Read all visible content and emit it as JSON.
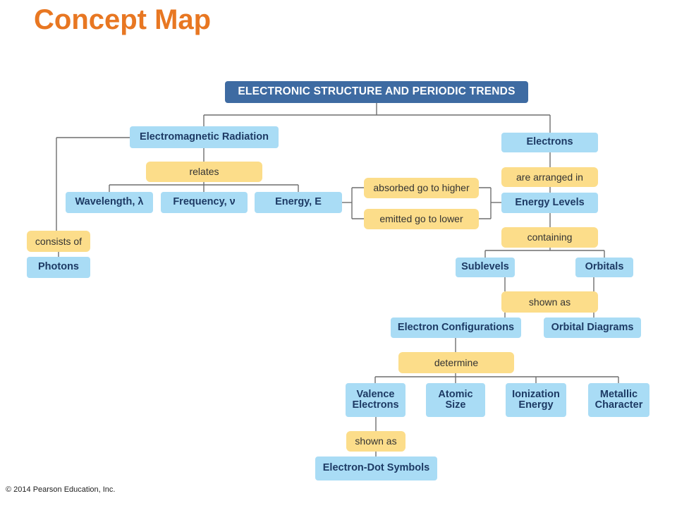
{
  "title": "Concept Map",
  "copyright": "© 2014 Pearson Education, Inc.",
  "nodes": {
    "root": "ELECTRONIC STRUCTURE AND PERIODIC TRENDS",
    "em_radiation": "Electromagnetic Radiation",
    "relates": "relates",
    "wavelength": "Wavelength, λ",
    "frequency": "Frequency, ν",
    "energy": "Energy, E",
    "consists_of": "consists of",
    "photons": "Photons",
    "absorbed": "absorbed go to higher",
    "emitted": "emitted go to lower",
    "electrons": "Electrons",
    "arranged_in": "are arranged in",
    "energy_levels": "Energy Levels",
    "containing": "containing",
    "sublevels": "Sublevels",
    "orbitals": "Orbitals",
    "shown_as_1": "shown as",
    "electron_configurations": "Electron Configurations",
    "orbital_diagrams": "Orbital Diagrams",
    "determine": "determine",
    "valence_electrons": "Valence\nElectrons",
    "atomic_size": "Atomic\nSize",
    "ionization_energy": "Ionization\nEnergy",
    "metallic_character": "Metallic\nCharacter",
    "shown_as_2": "shown as",
    "electron_dot_symbols": "Electron-Dot Symbols"
  },
  "colors": {
    "title": "#E87722",
    "top_box": "#3E6BA2",
    "concept_box": "#A9DCF5",
    "link_box": "#FCDD8A",
    "line": "#6E6E6E"
  }
}
